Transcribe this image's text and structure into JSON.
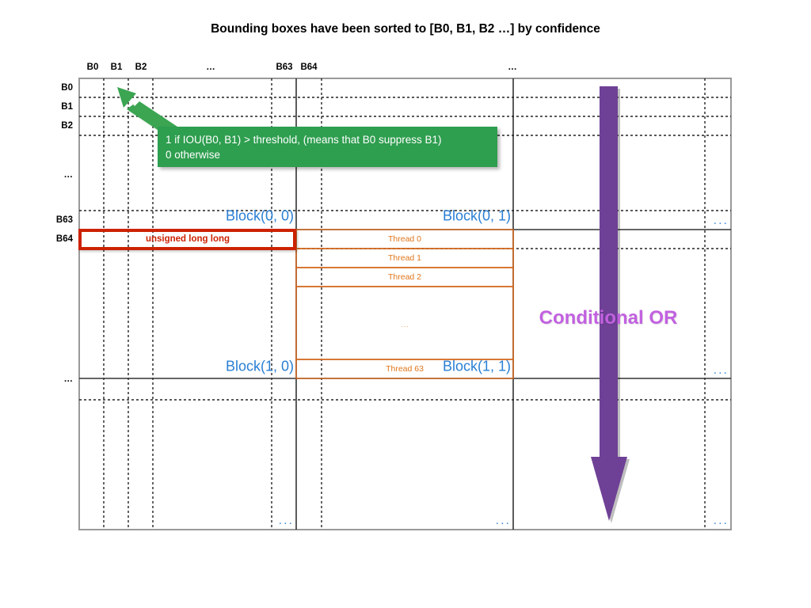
{
  "title": "Bounding boxes have been sorted to [B0, B1, B2 …] by confidence",
  "grid": {
    "column_headers": [
      "B0",
      "B1",
      "B2",
      "…",
      "B63",
      "B64",
      "…"
    ],
    "row_headers": [
      "B0",
      "B1",
      "B2",
      "…",
      "B63",
      "B64",
      "…"
    ]
  },
  "annotations": {
    "callout": {
      "line1": "1 if IOU(B0, B1) > threshold, (means that B0 suppress B1)",
      "line2": "0 otherwise",
      "color": "#2e9e4f",
      "arrow_color": "#3ba552"
    },
    "highlight": {
      "label": "unsigned long long",
      "color": "#cc2200"
    },
    "conditional_or": {
      "label": "Conditional OR",
      "text_color": "#c261e0",
      "arrow_color": "#6f4196"
    }
  },
  "blocks": [
    {
      "label": "Block(0, 0)"
    },
    {
      "label": "Block(0, 1)"
    },
    {
      "label": "Block(1, 0)"
    },
    {
      "label": "Block(1, 1)"
    }
  ],
  "threads": [
    {
      "label": "Thread 0"
    },
    {
      "label": "Thread 1"
    },
    {
      "label": "Thread 2"
    },
    {
      "label": "…"
    },
    {
      "label": "Thread 63"
    }
  ],
  "ellipses": {
    "blue": "...",
    "grey": "...",
    "thread_gap": "..."
  },
  "colors": {
    "block_label": "#2a7fd4",
    "thread_label": "#e2761b",
    "grid_line": "#808080",
    "grid_solid": "#333333"
  }
}
